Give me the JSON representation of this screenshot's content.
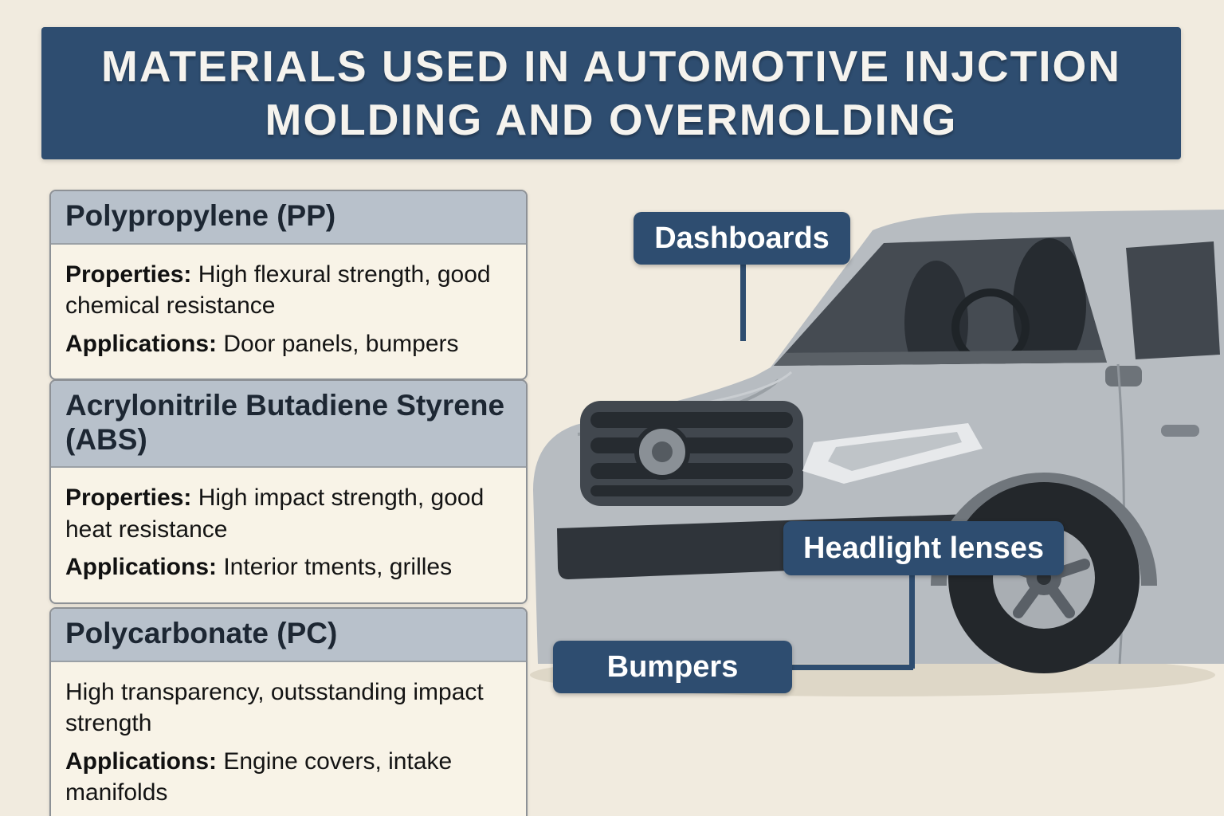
{
  "banner": {
    "line1": "MATERIALS USED IN AUTOMOTIVE INJCTION",
    "line2": "MOLDING AND OVERMOLDING"
  },
  "cards": [
    {
      "title": "Polypropylene (PP)",
      "rows": [
        {
          "label": "Properties:",
          "text": " High flexural strength, good chemical resistance"
        },
        {
          "label": "Applications:",
          "text": " Door panels, bumpers"
        }
      ]
    },
    {
      "title": "Acrylonitrile Butadiene Styrene (ABS)",
      "rows": [
        {
          "label": "Properties:",
          "text": " High impact strength, good heat resistance"
        },
        {
          "label": "Applications:",
          "text": " Interior tments, grilles"
        }
      ]
    },
    {
      "title": "Polycarbonate (PC)",
      "rows": [
        {
          "label": "",
          "text": "High transparency, outsstanding impact strength"
        },
        {
          "label": "Applications:",
          "text": " Engine covers, intake manifolds"
        }
      ]
    }
  ],
  "callouts": {
    "dashboards": "Dashboards",
    "headlight": "Headlight lenses",
    "bumpers": "Bumpers"
  },
  "colors": {
    "background": "#f1ebdf",
    "banner": "#2e4d70",
    "callout": "#2e4d70",
    "card_header": "#b8c1cb",
    "card_body": "#f8f3e7",
    "car_body": "#b7bcc1",
    "car_glass": "#454b52"
  }
}
